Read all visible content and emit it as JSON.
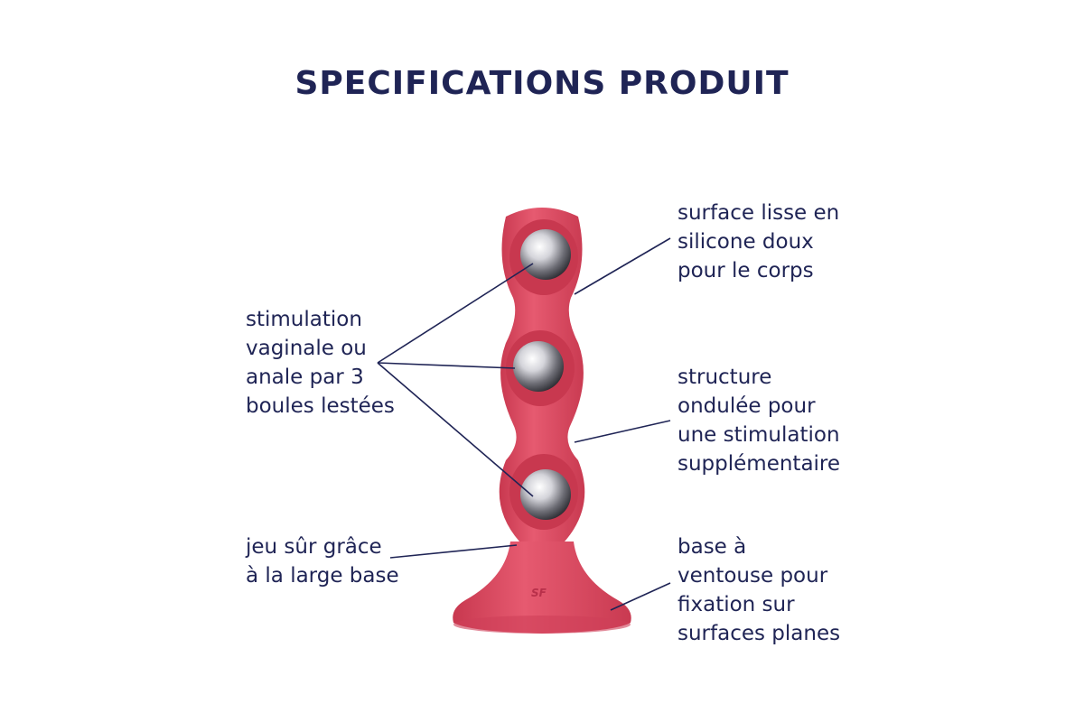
{
  "page": {
    "title": "SPECIFICATIONS PRODUIT"
  },
  "features": {
    "stimulation": [
      "stimulation",
      "vaginale ou",
      "anale par 3",
      "boules lestées"
    ],
    "safe_play": [
      "jeu sûr grâce",
      "à la large base"
    ],
    "surface": [
      "surface lisse en",
      "silicone doux",
      "pour le corps"
    ],
    "structure": [
      "structure",
      "ondulée pour",
      "une stimulation",
      "supplémentaire"
    ],
    "suction_base": [
      "base à",
      "ventouse pour",
      "fixation sur",
      "surfaces planes"
    ]
  },
  "product": {
    "logo": "SF",
    "body_color": "#e14d63",
    "body_shade": "#c8384f",
    "ball_color": "#c9c9cf",
    "text_color": "#1f2455"
  }
}
